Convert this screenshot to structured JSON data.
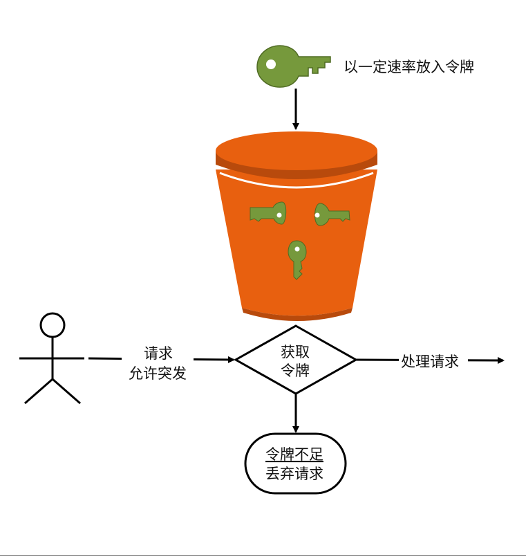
{
  "labels": {
    "refill": "以一定速率放入令牌",
    "request_line1": "请求",
    "request_line2": "允许突发",
    "decision_line1": "获取",
    "decision_line2": "令牌",
    "process": "处理请求",
    "reject_line1": "令牌不足",
    "reject_line2": "丢弃请求"
  },
  "colors": {
    "bucket_body": "#e8600f",
    "bucket_dark": "#b84a0c",
    "key_green": "#76993c",
    "key_dark": "#4f6b23",
    "line": "#000000"
  }
}
